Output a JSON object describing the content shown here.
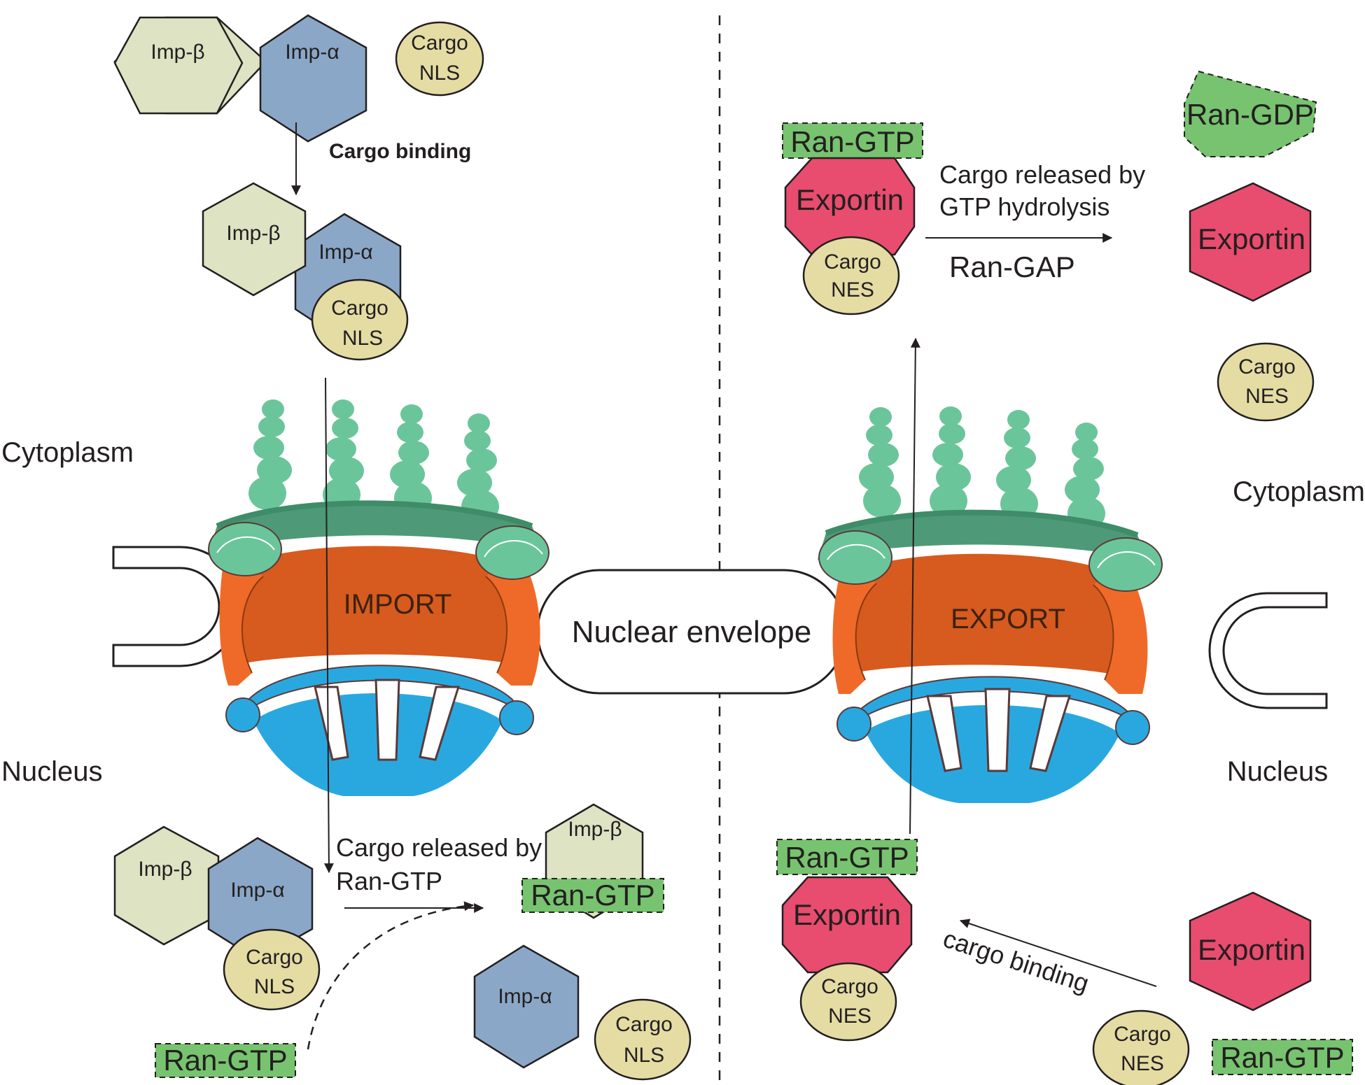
{
  "regions": {
    "cytoplasm_left": "Cytoplasm",
    "cytoplasm_right": "Cytoplasm",
    "nucleus_left": "Nucleus",
    "nucleus_right": "Nucleus",
    "nuclear_envelope": "Nuclear envelope"
  },
  "pores": {
    "import": "IMPORT",
    "export": "EXPORT"
  },
  "molecules": {
    "imp_beta": "Imp-β",
    "imp_alpha": "Imp-α",
    "cargo": "Cargo",
    "nls": "NLS",
    "nes": "NES",
    "exportin": "Exportin",
    "ran_gtp": "Ran-GTP",
    "ran_gdp": "Ran-GDP"
  },
  "steps": {
    "cargo_binding_import": "Cargo binding",
    "released_ran_line1": "Cargo released by",
    "released_ran_line2": "Ran-GTP",
    "released_hydrolysis_line1": "Cargo released by",
    "released_hydrolysis_line2": "GTP hydrolysis",
    "ran_gap": "Ran-GAP",
    "cargo_binding_export": "cargo binding"
  },
  "colors": {
    "imp_beta": "#dde3c3",
    "imp_alpha": "#8ba7c7",
    "cargo": "#e4dca3",
    "exportin": "#e84c6e",
    "ran": "#77c36f",
    "fg_repeats": "#6bc59b",
    "pore_cytoplasmic_ring": "#4e9a78",
    "pore_central": "#d75a1e",
    "pore_side": "#ef6a28",
    "pore_nuclear_basket": "#29a8e0"
  }
}
